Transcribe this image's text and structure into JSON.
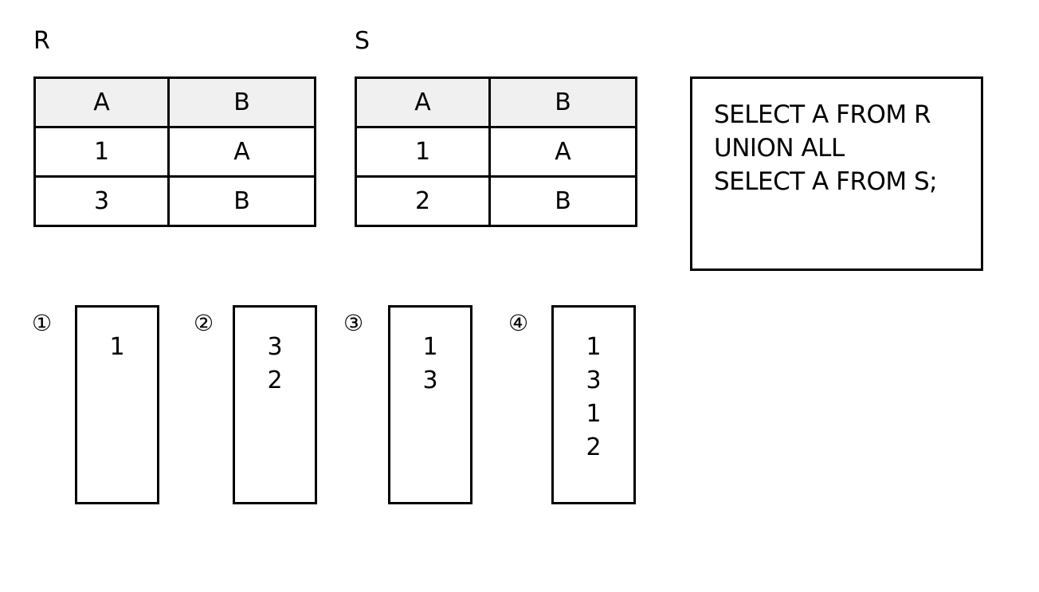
{
  "relation_r": {
    "name": "R",
    "headers": [
      "A",
      "B"
    ],
    "rows": [
      [
        "1",
        "A"
      ],
      [
        "3",
        "B"
      ]
    ]
  },
  "relation_s": {
    "name": "S",
    "headers": [
      "A",
      "B"
    ],
    "rows": [
      [
        "1",
        "A"
      ],
      [
        "2",
        "B"
      ]
    ]
  },
  "query": {
    "lines": [
      "SELECT A FROM R",
      "UNION ALL",
      "SELECT A FROM S;"
    ]
  },
  "options": [
    {
      "label": "①",
      "values": [
        "1"
      ]
    },
    {
      "label": "②",
      "values": [
        "3",
        "2"
      ]
    },
    {
      "label": "③",
      "values": [
        "1",
        "3"
      ]
    },
    {
      "label": "④",
      "values": [
        "1",
        "3",
        "1",
        "2"
      ]
    }
  ]
}
